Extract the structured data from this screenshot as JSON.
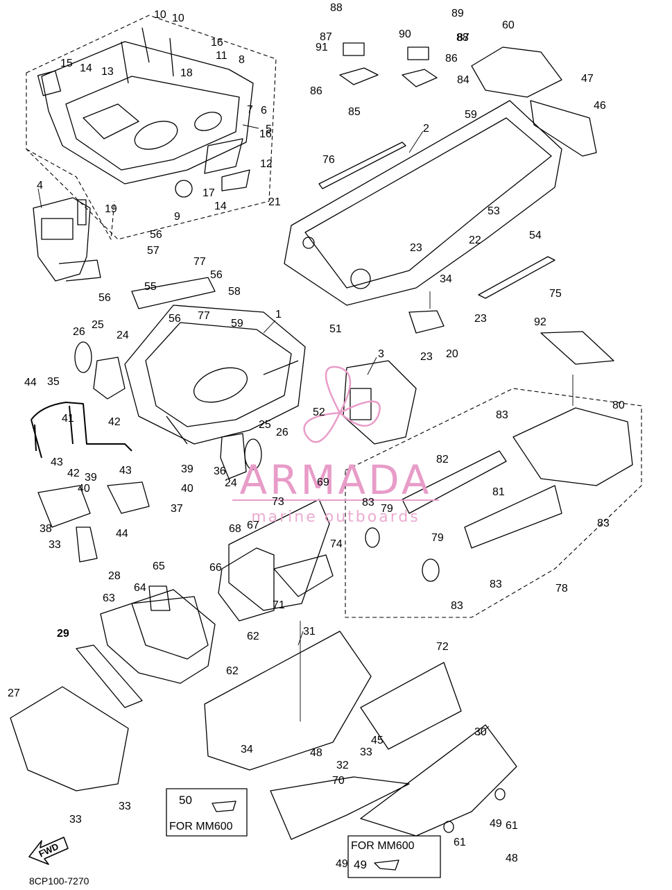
{
  "diagram_code": "8CP100-7270",
  "fwd_label": "FWD",
  "watermark": {
    "brand": "ARMADA",
    "tagline": "marine outboards",
    "color": "#e89cc8"
  },
  "notes": {
    "box_50": {
      "part": "50",
      "label": "FOR MM600"
    },
    "box_49": {
      "part": "49",
      "label": "FOR MM600"
    }
  },
  "callouts": [
    "1",
    "2",
    "3",
    "4",
    "5",
    "6",
    "7",
    "8",
    "9",
    "10",
    "10",
    "11",
    "12",
    "13",
    "14",
    "14",
    "15",
    "16",
    "16",
    "17",
    "18",
    "19",
    "20",
    "21",
    "22",
    "23",
    "23",
    "23",
    "24",
    "24",
    "25",
    "25",
    "26",
    "26",
    "27",
    "28",
    "29",
    "30",
    "31",
    "32",
    "33",
    "33",
    "33",
    "33",
    "34",
    "34",
    "35",
    "36",
    "37",
    "38",
    "39",
    "39",
    "40",
    "40",
    "41",
    "42",
    "42",
    "43",
    "43",
    "44",
    "44",
    "45",
    "46",
    "47",
    "48",
    "48",
    "49",
    "49",
    "51",
    "52",
    "53",
    "54",
    "55",
    "56",
    "56",
    "56",
    "56",
    "57",
    "58",
    "59",
    "59",
    "60",
    "61",
    "61",
    "62",
    "62",
    "63",
    "64",
    "65",
    "66",
    "67",
    "68",
    "69",
    "70",
    "71",
    "72",
    "73",
    "74",
    "75",
    "76",
    "77",
    "77",
    "78",
    "79",
    "79",
    "80",
    "81",
    "82",
    "83",
    "83",
    "83",
    "83",
    "83",
    "84",
    "85",
    "86",
    "86",
    "87",
    "87",
    "88",
    "88",
    "89",
    "90",
    "91",
    "92"
  ]
}
